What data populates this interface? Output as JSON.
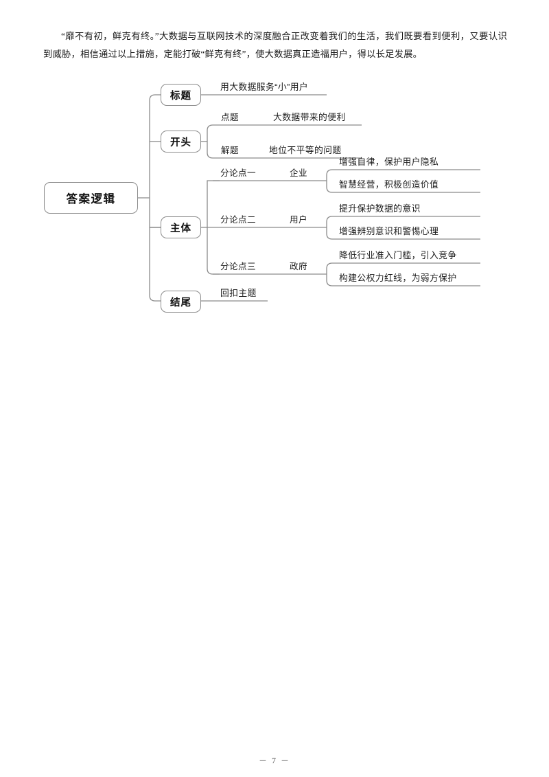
{
  "page": {
    "footer_page_number": "－ 7 －"
  },
  "paragraph": {
    "text": "“靡不有初，鲜克有终。”大数据与互联网技术的深度融合正改变着我们的生活，我们既要看到便利，又要认识到威胁，相信通过以上措施，定能打破“鲜克有终”，使大数据真正造福用户，得以长足发展。"
  },
  "mindmap": {
    "root": {
      "label": "答案逻辑"
    },
    "branches": [
      {
        "label": "标题",
        "children": [
          {
            "mid": "",
            "leafs": [
              "用大数据服务“小”用户"
            ]
          }
        ]
      },
      {
        "label": "开头",
        "children": [
          {
            "mid": "点题",
            "leafs": [
              "大数据带来的便利"
            ]
          },
          {
            "mid": "解题",
            "leafs": [
              "地位不平等的问题"
            ]
          }
        ]
      },
      {
        "label": "主体",
        "children": [
          {
            "mid": "分论点一",
            "actor": "企业",
            "leafs": [
              "增强自律，保护用户隐私",
              "智慧经营，积极创造价值"
            ]
          },
          {
            "mid": "分论点二",
            "actor": "用户",
            "leafs": [
              "提升保护数据的意识",
              "增强辨别意识和警惕心理"
            ]
          },
          {
            "mid": "分论点三",
            "actor": "政府",
            "leafs": [
              "降低行业准入门槛，引入竞争",
              "构建公权力红线，为弱方保护"
            ]
          }
        ]
      },
      {
        "label": "结尾",
        "children": [
          {
            "mid": "",
            "leafs": [
              "回扣主题"
            ]
          }
        ]
      }
    ]
  }
}
